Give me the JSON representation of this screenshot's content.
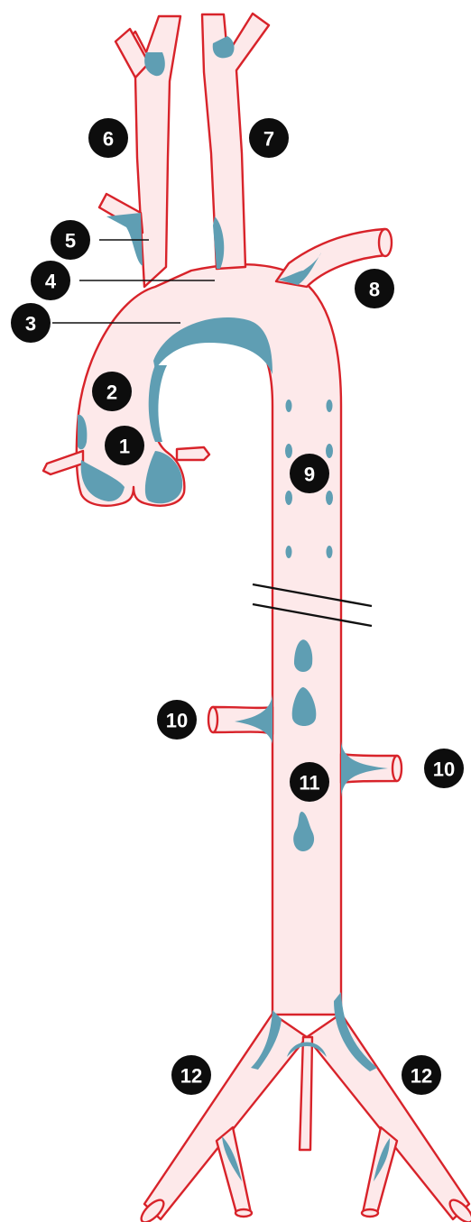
{
  "markers": [
    {
      "key": "m1",
      "label": "1"
    },
    {
      "key": "m2",
      "label": "2"
    },
    {
      "key": "m3",
      "label": "3"
    },
    {
      "key": "m4",
      "label": "4"
    },
    {
      "key": "m5",
      "label": "5"
    },
    {
      "key": "m6",
      "label": "6"
    },
    {
      "key": "m7",
      "label": "7"
    },
    {
      "key": "m8",
      "label": "8"
    },
    {
      "key": "m9",
      "label": "9"
    },
    {
      "key": "m10a",
      "label": "10"
    },
    {
      "key": "m10b",
      "label": "10"
    },
    {
      "key": "m11",
      "label": "11"
    },
    {
      "key": "m12a",
      "label": "12"
    },
    {
      "key": "m12b",
      "label": "12"
    }
  ],
  "colors": {
    "vessel_fill": "#fde9ea",
    "vessel_outline": "#d8232a",
    "plaque": "#5f9eb3",
    "marker": "#0d0d0d",
    "marker_text": "#ffffff"
  }
}
